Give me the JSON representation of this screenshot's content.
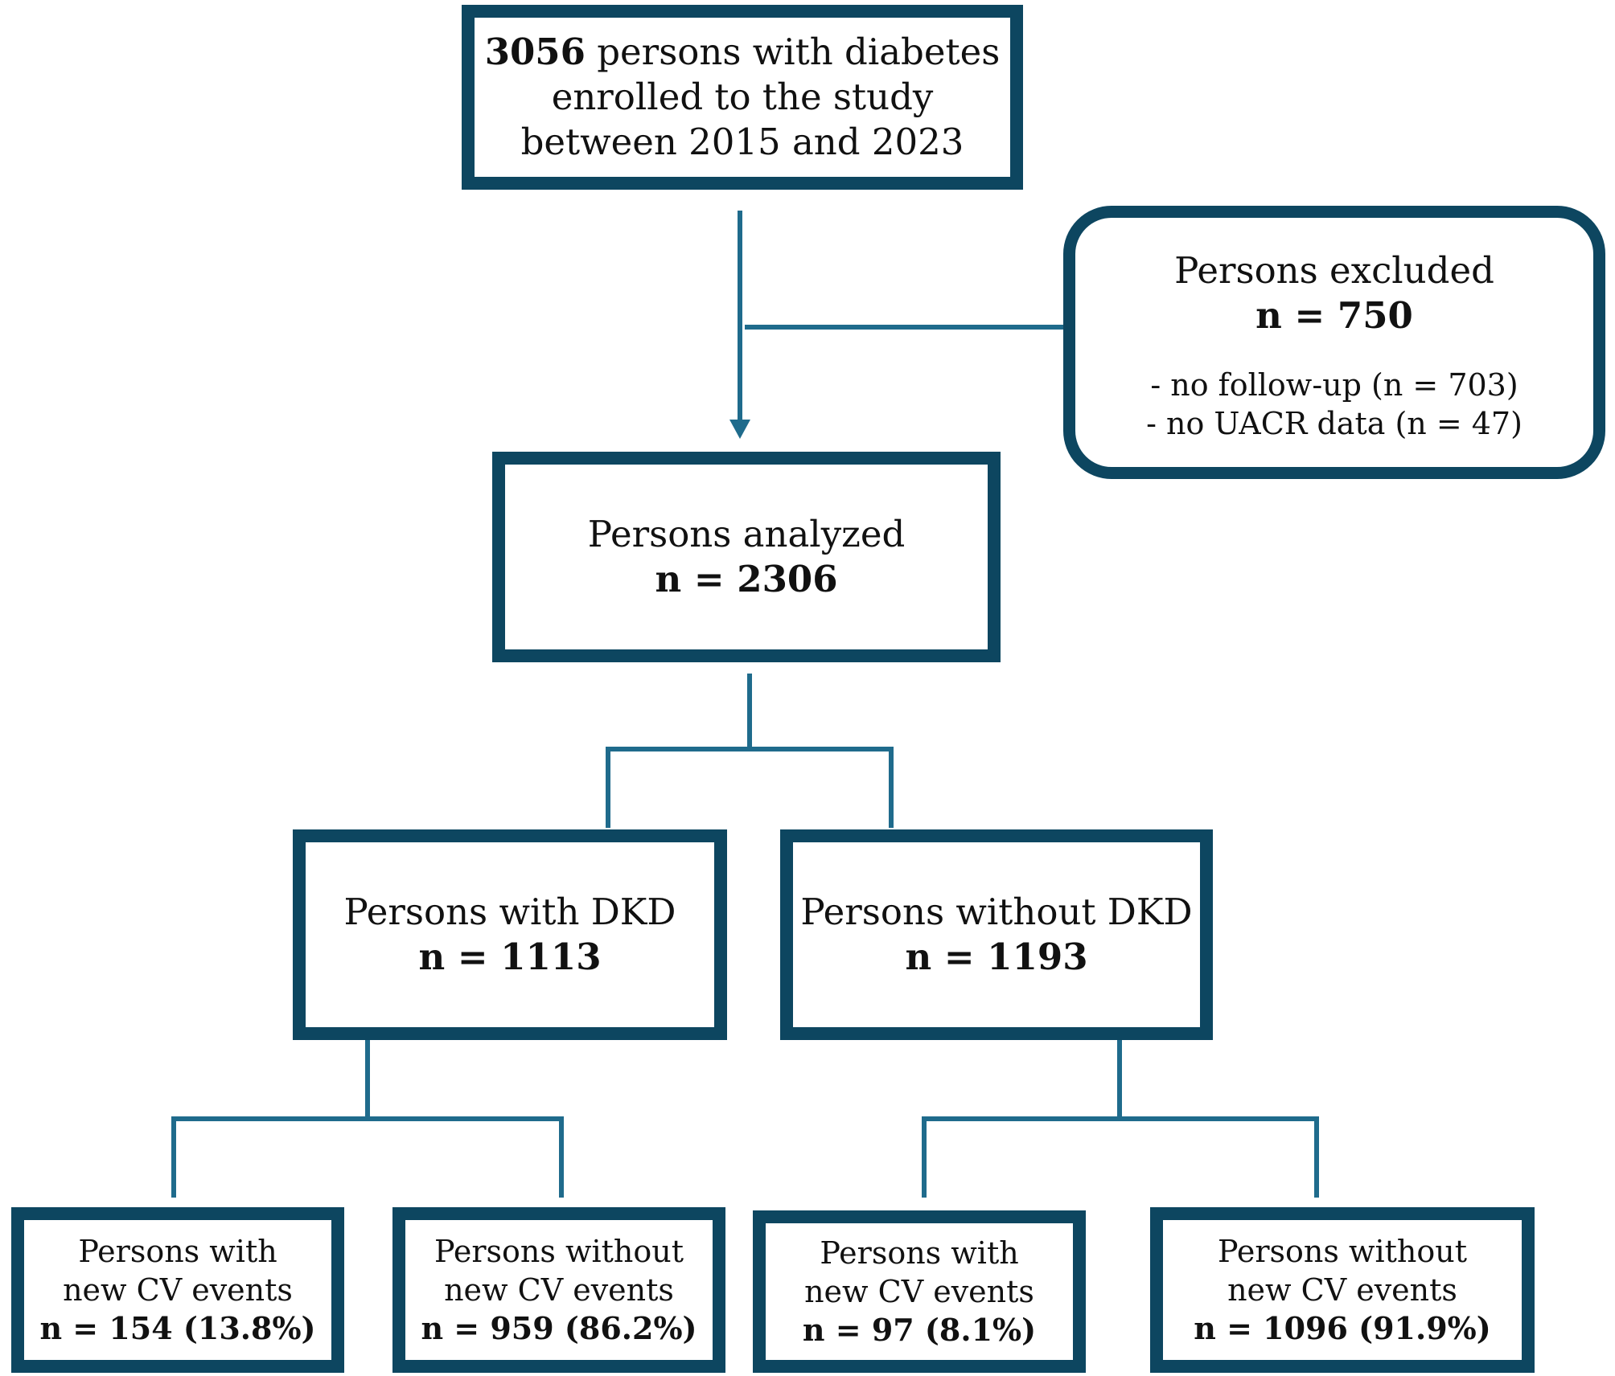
{
  "enrolled": {
    "count": "3056",
    "line1_rest": " persons with diabetes",
    "line2": "enrolled to the study",
    "line3": "between 2015 and 2023"
  },
  "excluded": {
    "title": "Persons excluded",
    "n": "n = 750",
    "reason1": "- no follow-up (n = 703)",
    "reason2": "- no UACR data (n = 47)"
  },
  "analyzed": {
    "title": "Persons analyzed",
    "n": "n = 2306"
  },
  "dkd": {
    "title": "Persons with DKD",
    "n": "n = 1113"
  },
  "no_dkd": {
    "title": "Persons without DKD",
    "n": "n = 1193"
  },
  "dkd_with_cv": {
    "line1": "Persons with",
    "line2": "new CV events",
    "n": "n = 154 (13.8%)"
  },
  "dkd_without_cv": {
    "line1": "Persons without",
    "line2": "new CV events",
    "n": "n = 959 (86.2%)"
  },
  "nodkd_with_cv": {
    "line1": "Persons with",
    "line2": "new CV events",
    "n": "n = 97 (8.1%)"
  },
  "nodkd_without_cv": {
    "line1": "Persons without",
    "line2": "new CV events",
    "n": "n = 1096 (91.9%)"
  },
  "colors": {
    "box_border": "#0d4660",
    "connector": "#1f6b8c"
  }
}
